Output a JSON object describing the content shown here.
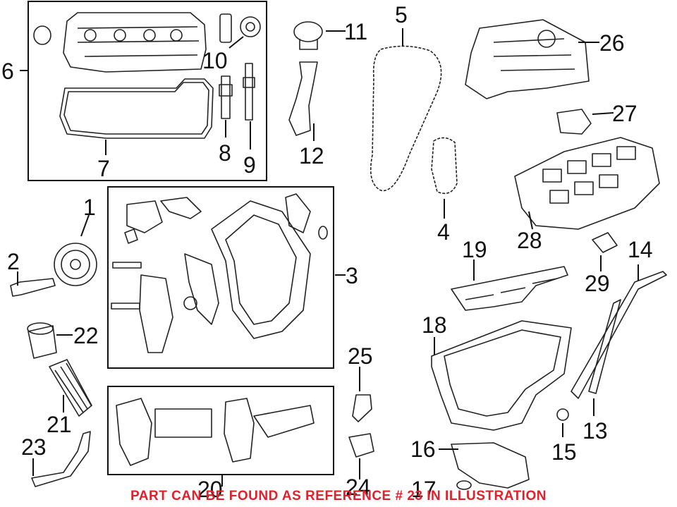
{
  "callouts": {
    "c1": "1",
    "c2": "2",
    "c3": "3",
    "c4": "4",
    "c5": "5",
    "c6": "6",
    "c7": "7",
    "c8": "8",
    "c9": "9",
    "c10": "10",
    "c11": "11",
    "c12": "12",
    "c13": "13",
    "c14": "14",
    "c15": "15",
    "c16": "16",
    "c17": "17",
    "c18": "18",
    "c19": "19",
    "c20": "20",
    "c21": "21",
    "c22": "22",
    "c23": "23",
    "c24": "24",
    "c25": "25",
    "c26": "26",
    "c27": "27",
    "c28": "28",
    "c29": "29"
  },
  "notice": {
    "text": "PART CAN BE FOUND AS REFERENCE # 23 IN ILLUSTRATION",
    "color": "#e0202a"
  },
  "colors": {
    "line": "#111111",
    "background": "#ffffff"
  }
}
